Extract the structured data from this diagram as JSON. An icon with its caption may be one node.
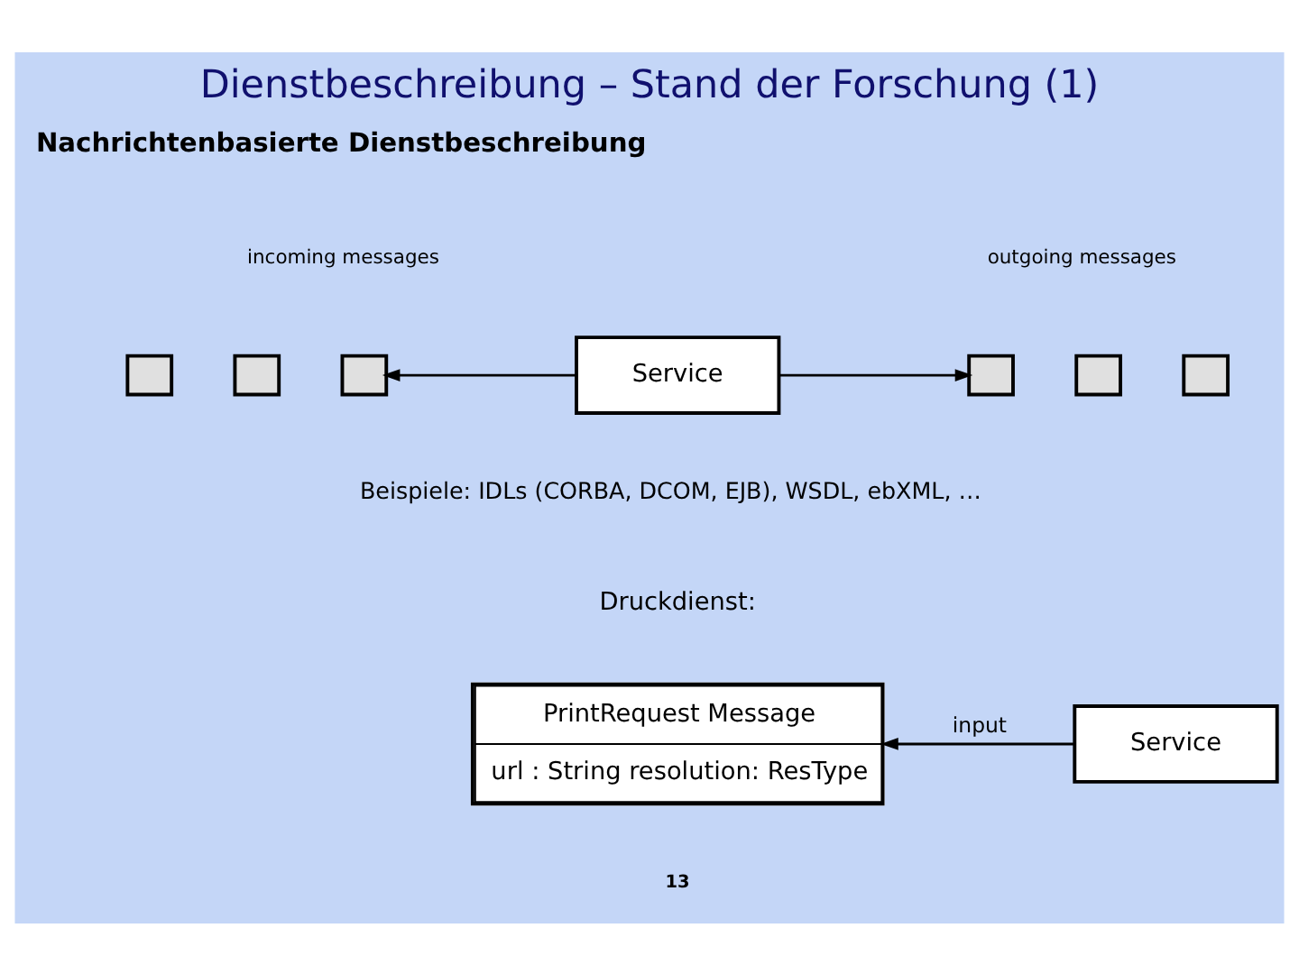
{
  "diagram": {
    "title": "Dienstbeschreibung – Stand der Forschung (1)",
    "nodes": [
      {
        "text": [],
        "shape": "box"
      },
      {
        "text": [],
        "shape": "box"
      },
      {
        "text": [],
        "shape": "box"
      },
      {
        "text": [
          "Service"
        ]
      },
      {
        "text": [],
        "shape": "box"
      },
      {
        "text": [],
        "shape": "box"
      },
      {
        "text": [],
        "shape": "box"
      },
      {
        "text": [
          "PrintRequest Message",
          "url : String resolution: ResType"
        ]
      },
      {
        "text": [
          "Service"
        ]
      }
    ],
    "edges": [
      {
        "from": 3,
        "to": 2,
        "arrow": "to"
      },
      {
        "from": 3,
        "to": 4,
        "arrow": "to"
      },
      {
        "from": 8,
        "to": 7,
        "arrow": "to",
        "label": "input"
      }
    ],
    "labels": [
      "Nachrichtenbasierte Dienstbeschreibung",
      "incoming messages",
      "outgoing messages",
      "Beispiele: IDLs (CORBA, DCOM, EJB), WSDL, ebXML, …",
      "Druckdienst:",
      "13"
    ]
  }
}
